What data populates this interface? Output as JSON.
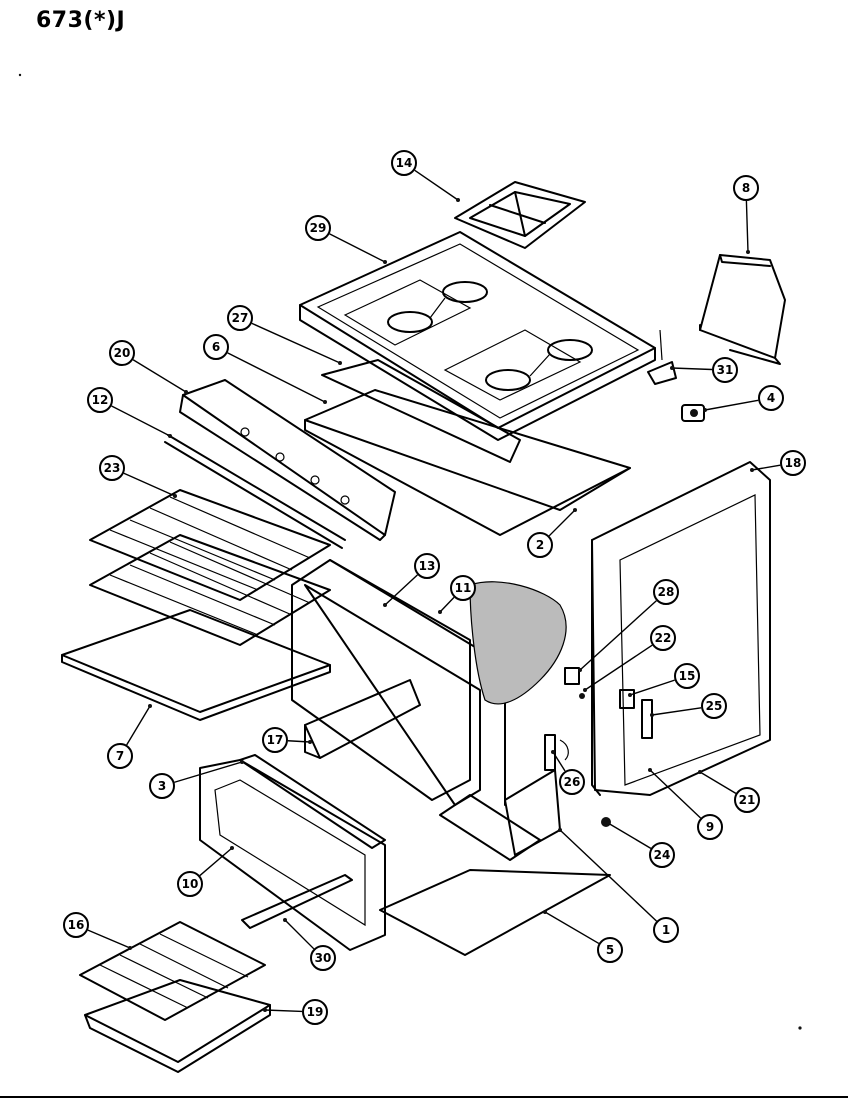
{
  "title": "673(*)J",
  "callouts": [
    {
      "id": "14",
      "label": "14"
    },
    {
      "id": "29",
      "label": "29"
    },
    {
      "id": "8",
      "label": "8"
    },
    {
      "id": "27",
      "label": "27"
    },
    {
      "id": "20",
      "label": "20"
    },
    {
      "id": "6",
      "label": "6"
    },
    {
      "id": "31",
      "label": "31"
    },
    {
      "id": "12",
      "label": "12"
    },
    {
      "id": "4",
      "label": "4"
    },
    {
      "id": "18",
      "label": "18"
    },
    {
      "id": "23",
      "label": "23"
    },
    {
      "id": "2",
      "label": "2"
    },
    {
      "id": "13",
      "label": "13"
    },
    {
      "id": "11",
      "label": "11"
    },
    {
      "id": "28",
      "label": "28"
    },
    {
      "id": "22",
      "label": "22"
    },
    {
      "id": "15",
      "label": "15"
    },
    {
      "id": "25",
      "label": "25"
    },
    {
      "id": "7",
      "label": "7"
    },
    {
      "id": "17",
      "label": "17"
    },
    {
      "id": "3",
      "label": "3"
    },
    {
      "id": "26",
      "label": "26"
    },
    {
      "id": "21",
      "label": "21"
    },
    {
      "id": "9",
      "label": "9"
    },
    {
      "id": "10",
      "label": "10"
    },
    {
      "id": "24",
      "label": "24"
    },
    {
      "id": "1",
      "label": "1"
    },
    {
      "id": "16",
      "label": "16"
    },
    {
      "id": "30",
      "label": "30"
    },
    {
      "id": "5",
      "label": "5"
    },
    {
      "id": "19",
      "label": "19"
    }
  ]
}
